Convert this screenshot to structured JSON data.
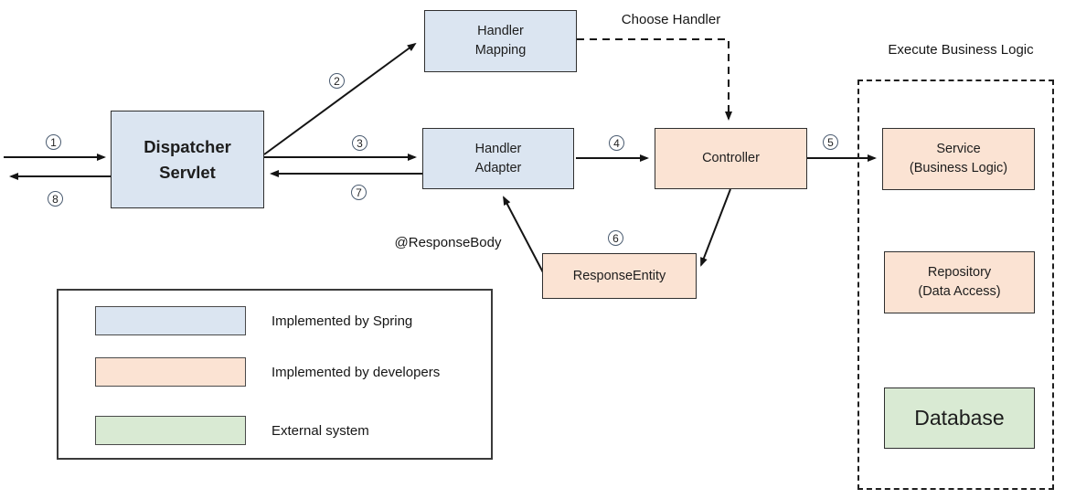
{
  "colors": {
    "spring_blue": "#dbe5f1",
    "developer_peach": "#fbe3d3",
    "external_green": "#d9ead3",
    "arrow_black": "#141414"
  },
  "nodes": {
    "dispatcher_servlet": "Dispatcher\nServlet",
    "handler_mapping": "Handler\nMapping",
    "handler_adapter": "Handler\nAdapter",
    "controller": "Controller",
    "response_entity": "ResponseEntity",
    "service": "Service\n(Business Logic)",
    "repository": "Repository\n(Data Access)",
    "database": "Database"
  },
  "annotations": {
    "choose_handler": "Choose Handler",
    "execute_business_logic": "Execute Business Logic",
    "response_body": "@ResponseBody"
  },
  "steps": [
    "1",
    "2",
    "3",
    "4",
    "5",
    "6",
    "7",
    "8"
  ],
  "legend": {
    "items": [
      {
        "label": "Implemented by Spring"
      },
      {
        "label": "Implemented by developers"
      },
      {
        "label": "External system"
      }
    ]
  }
}
